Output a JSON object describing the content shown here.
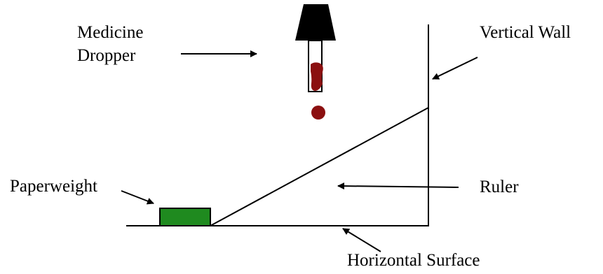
{
  "labels": {
    "medicine_dropper_line1": "Medicine",
    "medicine_dropper_line2": "Dropper",
    "vertical_wall": "Vertical Wall",
    "paperweight": "Paperweight",
    "ruler": "Ruler",
    "horizontal_surface": "Horizontal Surface"
  },
  "colors": {
    "line": "#000000",
    "dropper_bulb": "#000000",
    "liquid": "#8b0f10",
    "paperweight_fill": "#1f8a1f",
    "paperweight_stroke": "#000000"
  }
}
